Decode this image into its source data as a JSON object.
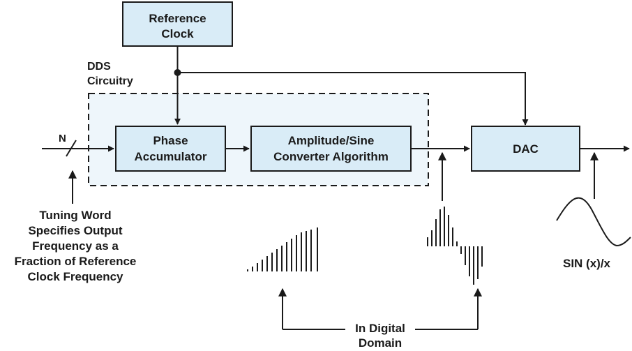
{
  "diagram": {
    "reference_clock": [
      "Reference",
      "Clock"
    ],
    "dds_label": [
      "DDS",
      "Circuitry"
    ],
    "n_label": "N",
    "phase_accumulator": [
      "Phase",
      "Accumulator"
    ],
    "amplitude_converter": [
      "Amplitude/Sine",
      "Converter Algorithm"
    ],
    "dac": "DAC",
    "tuning_word": [
      "Tuning Word",
      "Specifies Output",
      "Frequency as a",
      "Fraction of Reference",
      "Clock Frequency"
    ],
    "sinx_label": "SIN (x)/x",
    "digital_domain": [
      "In Digital",
      "Domain"
    ]
  },
  "colors": {
    "box_fill": "#d9ecf7",
    "dds_region_fill": "#eef6fb",
    "stroke": "#1a1a1a"
  }
}
